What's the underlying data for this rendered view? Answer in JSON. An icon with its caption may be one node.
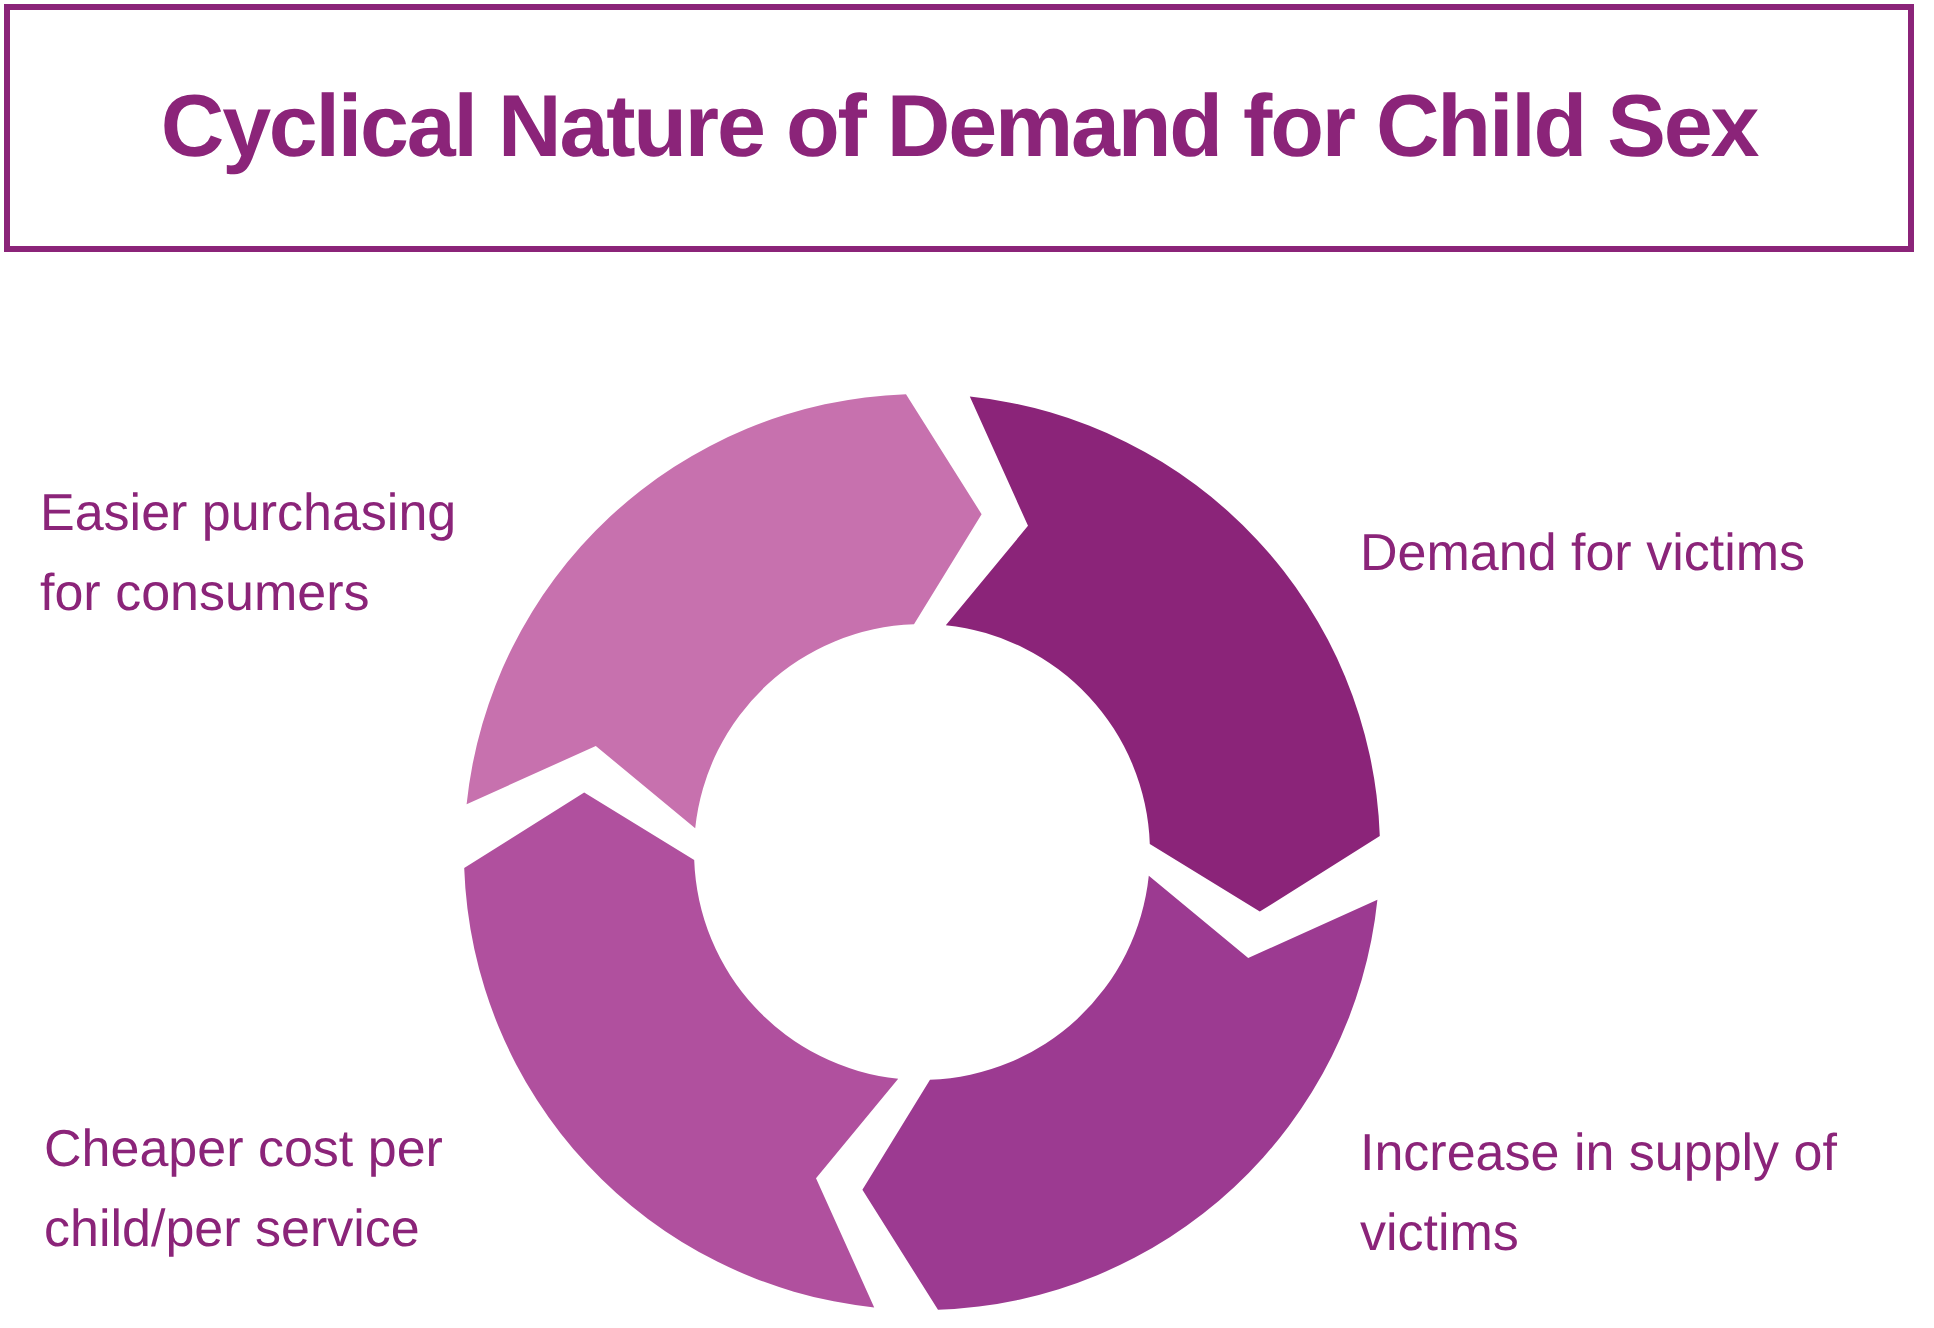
{
  "diagram": {
    "title": "Cyclical Nature of Demand for Child Sex",
    "nodes": [
      {
        "text": [],
        "shape": "arc",
        "beside": [
          "Easier purchasing for consumers"
        ]
      },
      {
        "text": [],
        "shape": "arc",
        "beside": [
          "Demand for victims"
        ]
      },
      {
        "text": [],
        "shape": "arc",
        "beside": [
          "Cheaper cost per child/per service"
        ]
      },
      {
        "text": [],
        "shape": "arc",
        "beside": [
          "Increase in supply of victims"
        ]
      }
    ]
  }
}
